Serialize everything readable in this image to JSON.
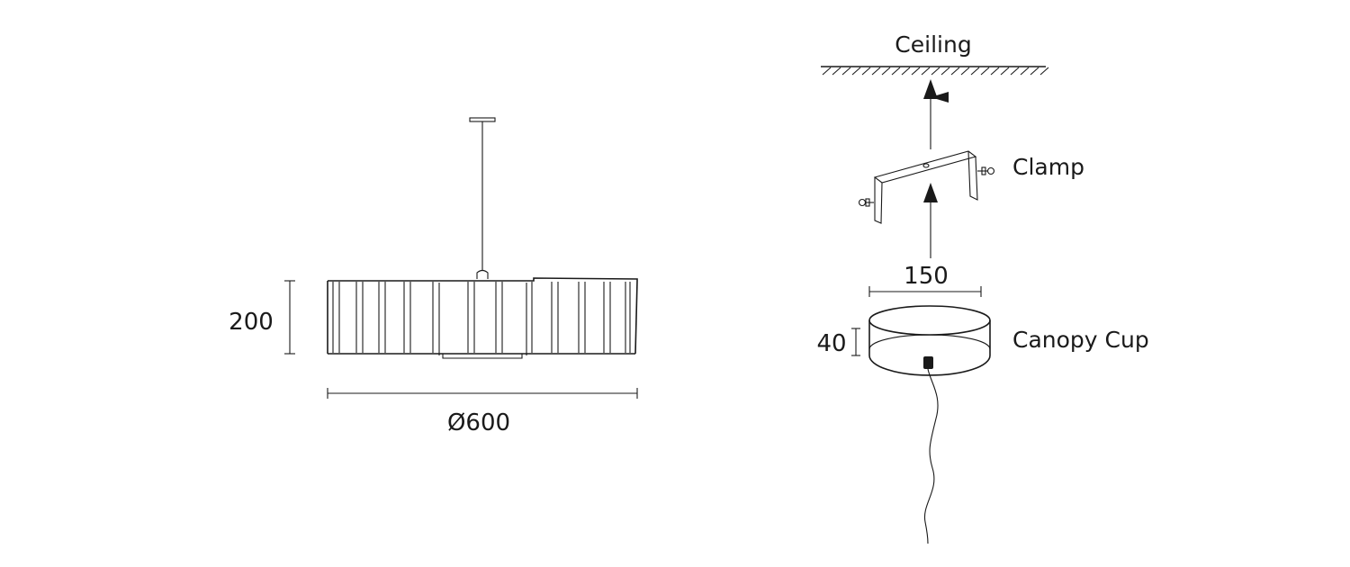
{
  "labels": {
    "ceiling": "Ceiling",
    "clamp": "Clamp",
    "canopy_cup": "Canopy Cup"
  },
  "dimensions": {
    "lamp_height": "200",
    "lamp_diameter": "Ø600",
    "canopy_width": "150",
    "canopy_height": "40"
  },
  "colors": {
    "line": "#1a1a1a",
    "background": "#ffffff"
  }
}
